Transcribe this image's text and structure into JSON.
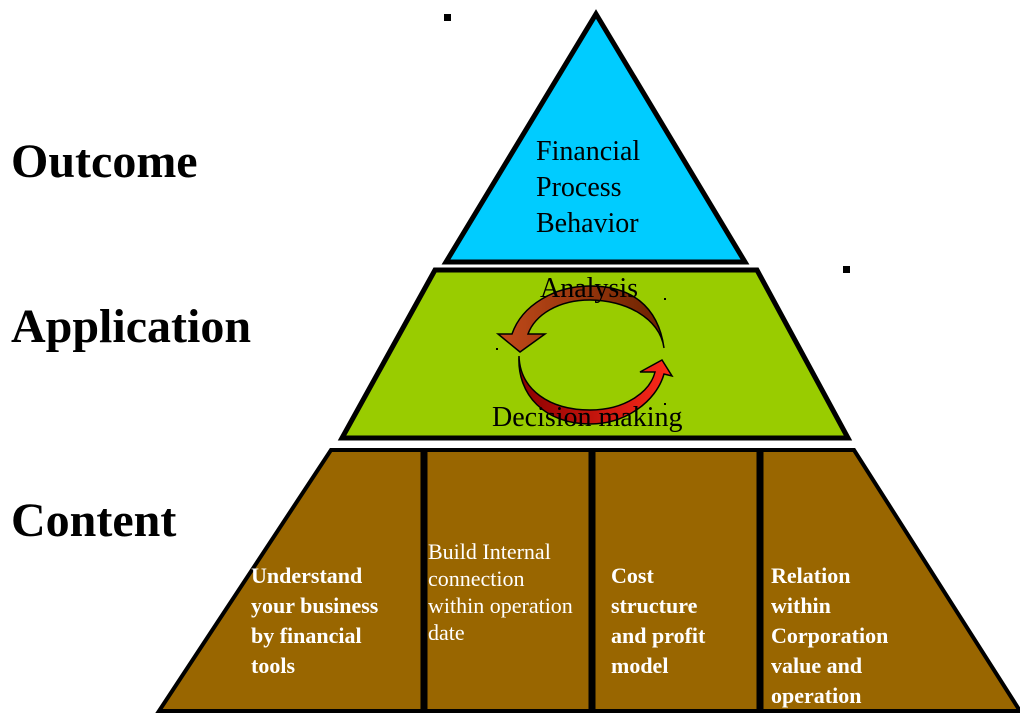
{
  "levels": {
    "outcome": "Outcome",
    "application": "Application",
    "content": "Content"
  },
  "top_tier": {
    "lines": [
      "Financial",
      "Process",
      "Behavior"
    ]
  },
  "middle_tier": {
    "analysis": "Analysis",
    "decision": "Decision making"
  },
  "bottom_tier": {
    "columns": [
      {
        "lines": [
          "Understand",
          "your business",
          "by financial",
          "tools"
        ],
        "bold": true
      },
      {
        "lines": [
          "Build Internal",
          "connection",
          "within operation",
          "date"
        ],
        "bold": false
      },
      {
        "lines": [
          "Cost",
          "structure",
          "and profit",
          "model"
        ],
        "bold": true
      },
      {
        "lines": [
          "Relation",
          "within",
          "Corporation",
          "value and",
          "operation"
        ],
        "bold": true
      }
    ]
  },
  "colors": {
    "top_fill": "#00ccff",
    "middle_fill": "#99cc00",
    "bottom_fill": "#996600",
    "arrow_dark": "#993300",
    "arrow_red": "#cc0000"
  }
}
